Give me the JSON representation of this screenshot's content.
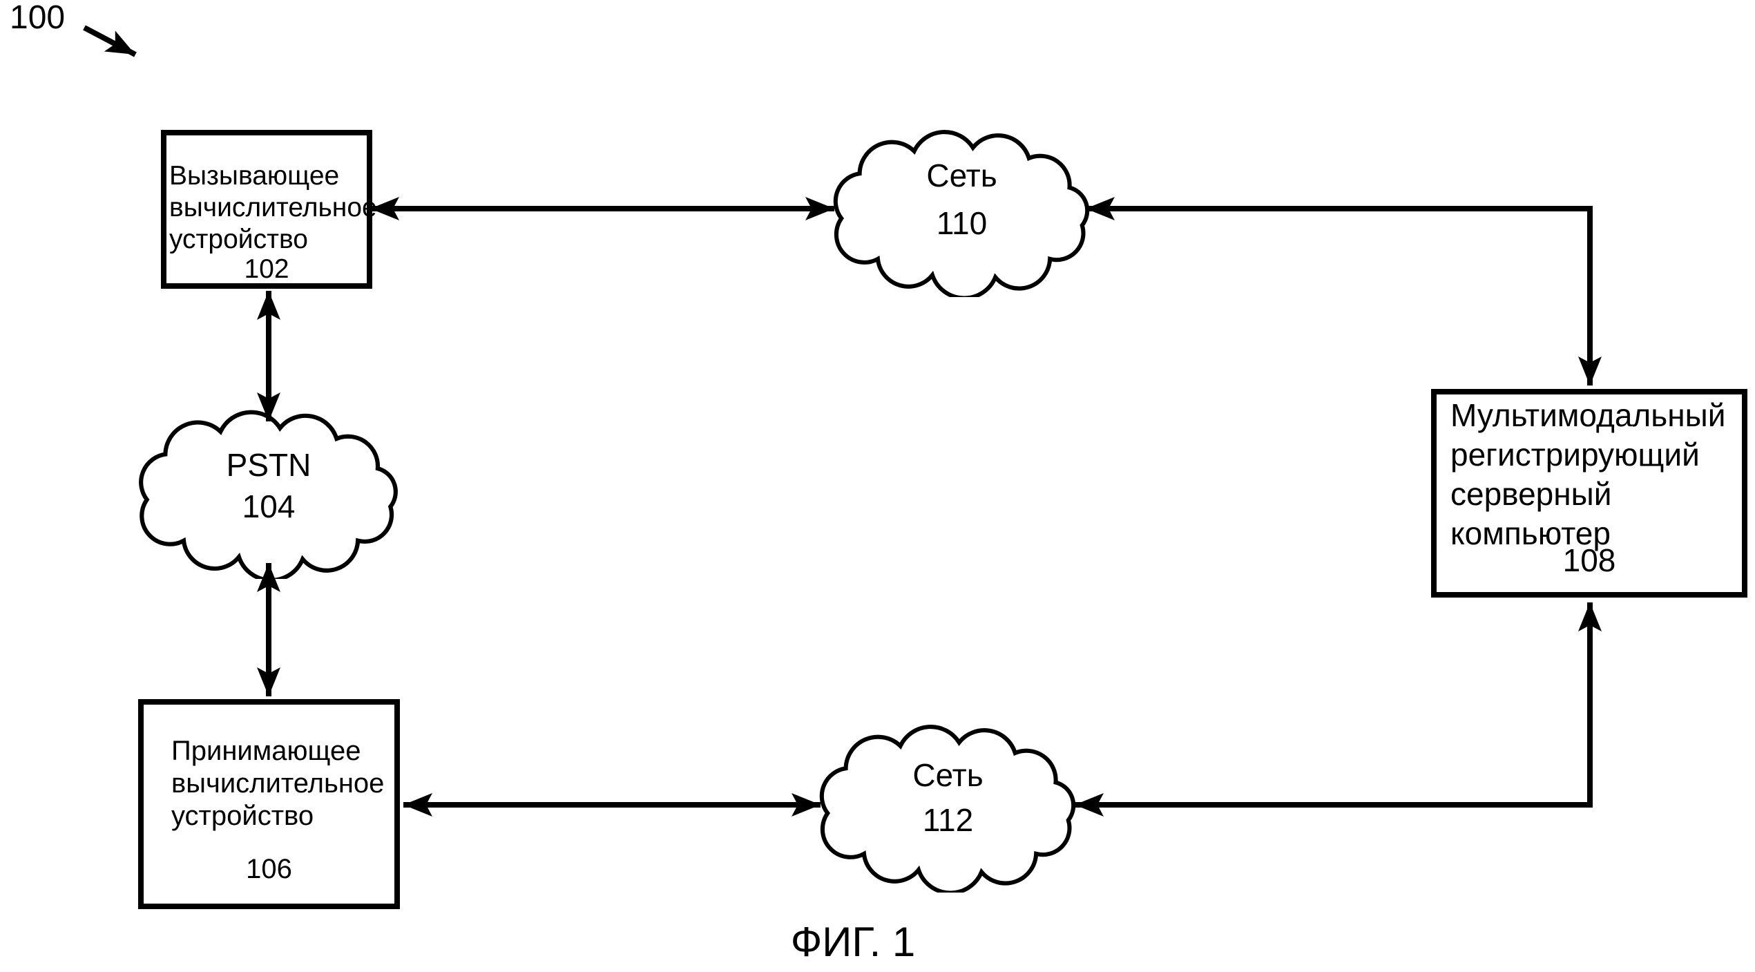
{
  "figure": {
    "reference_number": "100",
    "caption": "ФИГ. 1"
  },
  "nodes": {
    "calling_device": {
      "type": "box",
      "lines": [
        "Вызывающее",
        "вычислительное",
        "устройство"
      ],
      "number": "102"
    },
    "pstn_cloud": {
      "type": "cloud",
      "name": "PSTN",
      "number": "104"
    },
    "receiving_device": {
      "type": "box",
      "lines": [
        "Принимающее",
        "вычислительное",
        "устройство"
      ],
      "number": "106"
    },
    "server": {
      "type": "box",
      "lines": [
        "Мультимодальный",
        "регистрирующий",
        "серверный",
        "компьютер"
      ],
      "number": "108"
    },
    "network_top": {
      "type": "cloud",
      "name": "Сеть",
      "number": "110"
    },
    "network_bottom": {
      "type": "cloud",
      "name": "Сеть",
      "number": "112"
    }
  },
  "connections": [
    {
      "from": "102",
      "to": "110",
      "style": "bidirectional",
      "route": "straight"
    },
    {
      "from": "110",
      "to": "108",
      "style": "bidirectional",
      "route": "elbow"
    },
    {
      "from": "102",
      "to": "104",
      "style": "bidirectional",
      "route": "straight"
    },
    {
      "from": "104",
      "to": "106",
      "style": "bidirectional",
      "route": "straight"
    },
    {
      "from": "106",
      "to": "112",
      "style": "bidirectional",
      "route": "straight"
    },
    {
      "from": "112",
      "to": "108",
      "style": "bidirectional",
      "route": "elbow"
    },
    {
      "from": "100",
      "to": "figure",
      "style": "pointer",
      "route": "diagonal"
    }
  ],
  "colors": {
    "ink": "#000000",
    "background": "#ffffff"
  }
}
